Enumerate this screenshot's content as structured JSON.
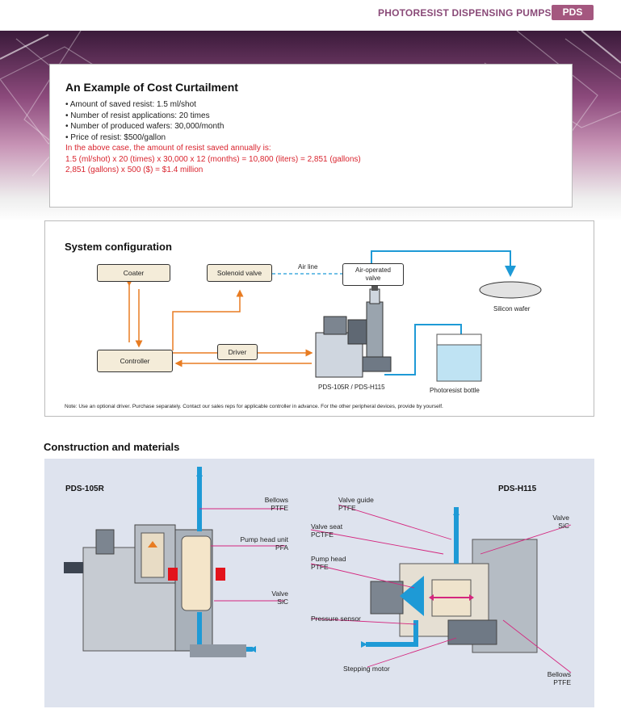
{
  "header": {
    "title": "PHOTORESIST DISPENSING PUMPS",
    "badge": "PDS"
  },
  "cost": {
    "title": "An Example of Cost Curtailment",
    "items": [
      "• Amount of saved resist: 1.5 ml/shot",
      "• Number of resist applications: 20 times",
      "• Number of produced wafers: 30,000/month",
      "• Price of resist: $500/gallon"
    ],
    "result_lines": [
      "In the above case, the amount of resist saved annually is:",
      "1.5 (ml/shot) x 20 (times) x 30,000 x 12 (months) = 10,800 (liters) = 2,851 (gallons)",
      "2,851 (gallons) x 500 ($) = $1.4 million"
    ]
  },
  "system": {
    "title": "System configuration",
    "coater": "Coater",
    "solenoid": "Solenoid valve",
    "air_line": "Air line",
    "air_valve_1": "Air-operated",
    "air_valve_2": "valve",
    "controller": "Controller",
    "driver": "Driver",
    "pump_label": "PDS-105R / PDS-H115",
    "wafer": "Silicon wafer",
    "bottle": "Photoresist bottle",
    "note": "Note: Use an optional driver. Purchase separately. Contact our sales reps for applicable controller in advance. For the other peripheral devices, provide by yourself."
  },
  "construction": {
    "title": "Construction and materials",
    "left_model": "PDS-105R",
    "right_model": "PDS-H115",
    "left_callouts": {
      "bellows_1": "Bellows",
      "bellows_2": "PTFE",
      "pumphead_1": "Pump head unit",
      "pumphead_2": "PFA",
      "valve_1": "Valve",
      "valve_2": "SiC"
    },
    "right_callouts": {
      "valveguide_1": "Valve guide",
      "valveguide_2": "PTFE",
      "valveseat_1": "Valve seat",
      "valveseat_2": "PCTFE",
      "pumphead_1": "Pump head",
      "pumphead_2": "PTFE",
      "pressure": "Pressure sensor",
      "stepping": "Stepping motor",
      "valve_1": "Valve",
      "valve_2": "SiC",
      "bellows_1": "Bellows",
      "bellows_2": "PTFE"
    }
  },
  "colors": {
    "accent": "#a4577f",
    "red": "#d9252f",
    "orange": "#e87c22",
    "blue": "#1e9ad6",
    "callout": "#d4267e"
  }
}
